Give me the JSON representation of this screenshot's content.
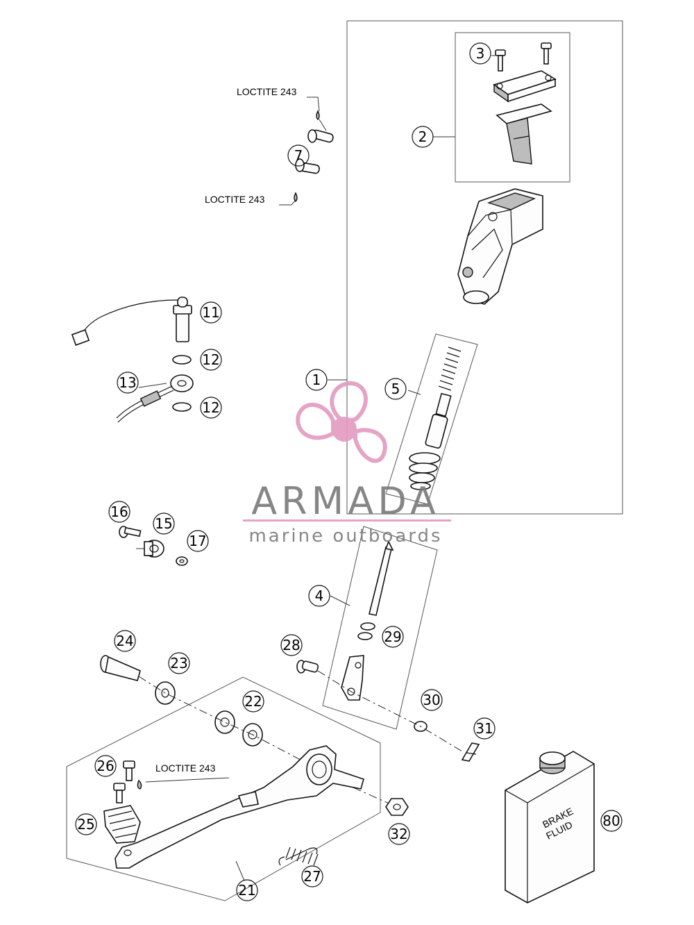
{
  "callouts": [
    {
      "id": "c1",
      "label": "1"
    },
    {
      "id": "c2",
      "label": "2"
    },
    {
      "id": "c3",
      "label": "3"
    },
    {
      "id": "c4",
      "label": "4"
    },
    {
      "id": "c5",
      "label": "5"
    },
    {
      "id": "c7",
      "label": "7"
    },
    {
      "id": "c11",
      "label": "11"
    },
    {
      "id": "c12a",
      "label": "12"
    },
    {
      "id": "c12b",
      "label": "12"
    },
    {
      "id": "c13",
      "label": "13"
    },
    {
      "id": "c15",
      "label": "15"
    },
    {
      "id": "c16",
      "label": "16"
    },
    {
      "id": "c17",
      "label": "17"
    },
    {
      "id": "c21",
      "label": "21"
    },
    {
      "id": "c22",
      "label": "22"
    },
    {
      "id": "c23",
      "label": "23"
    },
    {
      "id": "c24",
      "label": "24"
    },
    {
      "id": "c25",
      "label": "25"
    },
    {
      "id": "c26",
      "label": "26"
    },
    {
      "id": "c27",
      "label": "27"
    },
    {
      "id": "c28",
      "label": "28"
    },
    {
      "id": "c29",
      "label": "29"
    },
    {
      "id": "c30",
      "label": "30"
    },
    {
      "id": "c31",
      "label": "31"
    },
    {
      "id": "c32",
      "label": "32"
    },
    {
      "id": "c80",
      "label": "80"
    }
  ],
  "notes": {
    "loctite_1": "LOCTITE 243",
    "loctite_2": "LOCTITE 243",
    "loctite_3": "LOCTITE 243"
  },
  "container_label": {
    "line1": "BRAKE",
    "line2": "FLUID"
  },
  "watermark": {
    "title": "ARMADA",
    "subtitle": "marine outboards",
    "accent_color": "#e39ac0",
    "text_color": "#7a7a7a"
  }
}
